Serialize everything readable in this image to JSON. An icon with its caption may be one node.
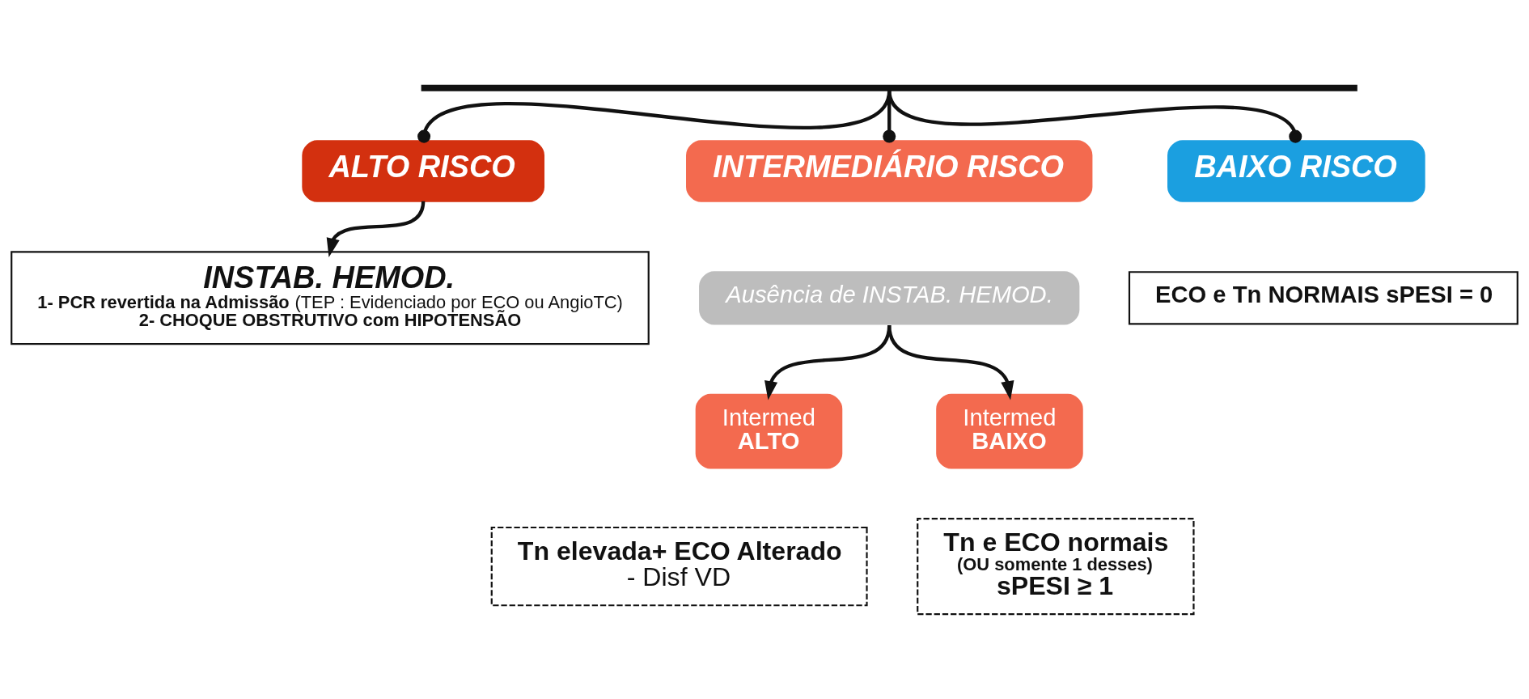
{
  "diagram": {
    "nodes": [
      {
        "text": [],
        "shape": "bar"
      },
      {
        "text": [
          "ALTO RISCO"
        ]
      },
      {
        "text": [
          "INTERMEDIÁRIO RISCO"
        ]
      },
      {
        "text": [
          "BAIXO RISCO"
        ]
      },
      {
        "text": [
          "INSTAB. HEMOD.",
          "**1- PCR revertida na Admissão** (TEP : Evidenciado por ECO ou AngioTC)",
          "2- CHOQUE OBSTRUTIVO com HIPOTENSÃO"
        ]
      },
      {
        "text": [
          "Ausência de INSTAB. HEMOD."
        ]
      },
      {
        "text": [
          "Intermed",
          "ALTO"
        ]
      },
      {
        "text": [
          "Tn elevada+ ECO Alterado",
          "- Disf VD"
        ]
      },
      {
        "text": [
          "Intermed",
          "BAIXO"
        ]
      },
      {
        "text": [
          "Tn e ECO normais",
          "(OU somente 1 desses)",
          "sPESI ≥ 1"
        ]
      },
      {
        "text": [
          "ECO e Tn NORMAIS sPESI = 0"
        ]
      }
    ],
    "edges": [
      {
        "from": 0,
        "to": 1,
        "arrow": "other"
      },
      {
        "from": 0,
        "to": 2,
        "arrow": "other"
      },
      {
        "from": 0,
        "to": 3,
        "arrow": "other"
      },
      {
        "from": 1,
        "to": 4,
        "arrow": "to"
      },
      {
        "from": 5,
        "to": 6,
        "arrow": "to"
      },
      {
        "from": 5,
        "to": 8,
        "arrow": "to"
      }
    ]
  }
}
